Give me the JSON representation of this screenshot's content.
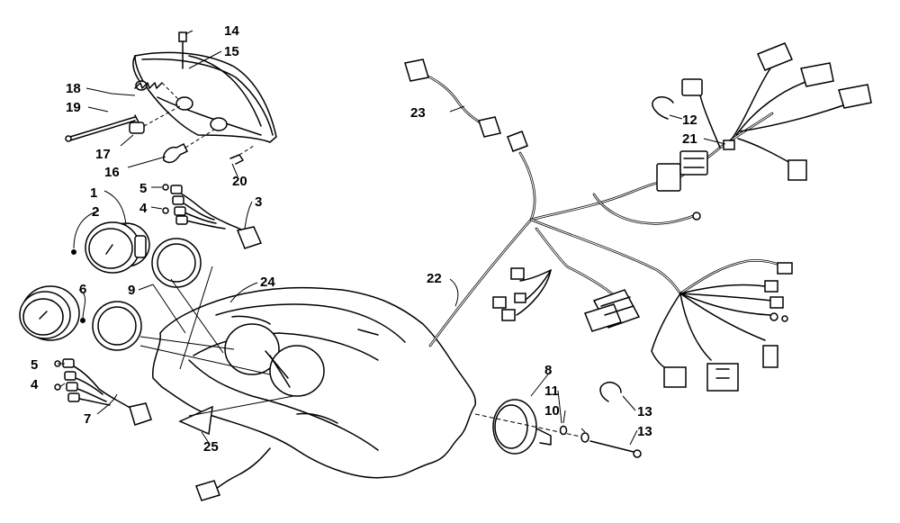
{
  "callouts": [
    {
      "id": "c1",
      "text": "1"
    },
    {
      "id": "c2",
      "text": "2"
    },
    {
      "id": "c3",
      "text": "3"
    },
    {
      "id": "c4a",
      "text": "4"
    },
    {
      "id": "c4b",
      "text": "4"
    },
    {
      "id": "c5a",
      "text": "5"
    },
    {
      "id": "c5b",
      "text": "5"
    },
    {
      "id": "c6",
      "text": "6"
    },
    {
      "id": "c7",
      "text": "7"
    },
    {
      "id": "c8",
      "text": "8"
    },
    {
      "id": "c9",
      "text": "9"
    },
    {
      "id": "c10",
      "text": "10"
    },
    {
      "id": "c11",
      "text": "11"
    },
    {
      "id": "c12",
      "text": "12"
    },
    {
      "id": "c13a",
      "text": "13"
    },
    {
      "id": "c13b",
      "text": "13"
    },
    {
      "id": "c14",
      "text": "14"
    },
    {
      "id": "c15",
      "text": "15"
    },
    {
      "id": "c16",
      "text": "16"
    },
    {
      "id": "c17",
      "text": "17"
    },
    {
      "id": "c18",
      "text": "18"
    },
    {
      "id": "c19",
      "text": "19"
    },
    {
      "id": "c20",
      "text": "20"
    },
    {
      "id": "c21",
      "text": "21"
    },
    {
      "id": "c22",
      "text": "22"
    },
    {
      "id": "c23",
      "text": "23"
    },
    {
      "id": "c24",
      "text": "24"
    },
    {
      "id": "c25",
      "text": "25"
    }
  ]
}
